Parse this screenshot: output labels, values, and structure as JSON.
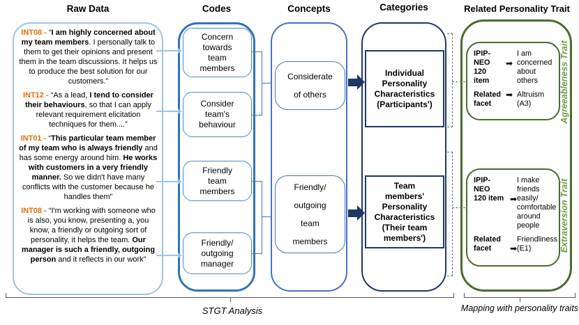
{
  "headers": {
    "raw_data": "Raw Data",
    "codes": "Codes",
    "concepts": "Concepts",
    "categories": "Categories",
    "related_trait": "Related Personality Trait"
  },
  "raw_data": {
    "quotes": [
      {
        "segments": [
          {
            "t": "INT08 - ",
            "c": "si"
          },
          {
            "t": "“"
          },
          {
            "t": "I am highly concerned about my team members",
            "c": "sb"
          },
          {
            "t": ". I personally talk to them to get their opinions and present them in the team discussions. It helps us to produce the best solution for our customers.”"
          }
        ]
      },
      {
        "segments": [
          {
            "t": "INT12 - ",
            "c": "si"
          },
          {
            "t": "“As a lead, "
          },
          {
            "t": "I tend to consider their behaviours",
            "c": "sb"
          },
          {
            "t": ", so that I can apply relevant requirement elicitation techniques for them....”"
          }
        ]
      },
      {
        "segments": [
          {
            "t": "INT01 - ",
            "c": "si"
          },
          {
            "t": "“"
          },
          {
            "t": "This particular team member of my team who is always friendly",
            "c": "sb"
          },
          {
            "t": " and has some energy around him. "
          },
          {
            "t": "He works with customers in a very friendly manner.",
            "c": "sb"
          },
          {
            "t": " So we didn't have many conflicts with the customer because he handles them”"
          }
        ]
      },
      {
        "segments": [
          {
            "t": "INT08 - ",
            "c": "si"
          },
          {
            "t": "“I'm working with someone who is also, you know, presenting a, you know, a friendly or outgoing sort of personality, it helps the team. "
          },
          {
            "t": "Our manager is such a friendly, outgoing person",
            "c": "sb"
          },
          {
            "t": " and it reflects in our work”"
          }
        ]
      }
    ]
  },
  "codes": {
    "items": [
      "Concern\ntowards\nteam\nmembers",
      "Consider\nteam's\nbehaviour",
      "Friendly\nteam\nmembers",
      "Friendly/\noutgoing\nmanager"
    ]
  },
  "concepts": {
    "items": [
      "Considerate\nof others",
      "Friendly/\noutgoing\nteam\nmembers"
    ]
  },
  "categories": {
    "items": [
      "Individual\nPersonality\nCharacteristics\n(Participants')",
      "Team\nmembers'\nPersonality\nCharacteristics\n(Their team\nmembers')"
    ]
  },
  "traits": {
    "groups": [
      {
        "vertical_label": "Agreeableness Trait",
        "rows": [
          {
            "label": "IPIP-\nNEO\n120\nitem",
            "arrow": "➡",
            "value": "I am\nconcerned\nabout\nothers"
          },
          {
            "label": "Related\nfacet",
            "arrow": "➡",
            "value": "Altruism\n(A3)"
          }
        ]
      },
      {
        "vertical_label": "Extraversion Trait",
        "rows": [
          {
            "label": "IPIP-\nNEO\n120 item",
            "arrow": "➡",
            "value": "I make\nfriends\neasily/\ncomfortable\naround\npeople"
          },
          {
            "label": "Related\nfacet",
            "arrow": "➡",
            "value": "Friendliness\n(E1)"
          }
        ]
      }
    ]
  },
  "footer": {
    "stgt_label": "STGT Analysis",
    "mapping_label": "Mapping with personality traits"
  },
  "colors": {
    "raw_border": "#9dc3e6",
    "codes_border": "#2e75b6",
    "codebox_border": "#4a89c8",
    "concepts_border": "#4472c4",
    "navy": "#1f3864",
    "green": "#4a6b2f",
    "dash_green": "#567d35",
    "light_green": "#6f9a45",
    "orange": "#e36c09",
    "brace_gray": "#595959"
  }
}
